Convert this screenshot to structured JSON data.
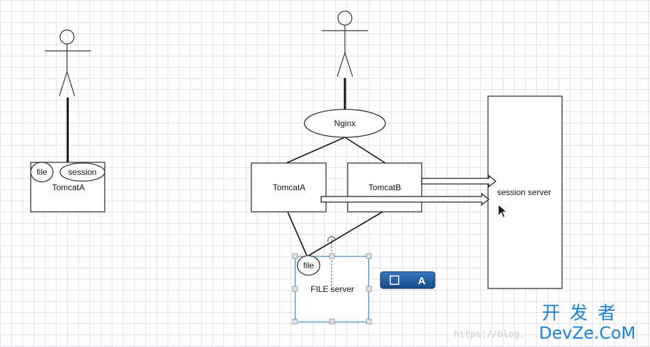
{
  "left_scenario": {
    "server_label": "TomcatA",
    "file_label": "file",
    "session_label": "session"
  },
  "right_scenario": {
    "nginx_label": "Nginx",
    "tomcat_a_label": "TomcatA",
    "tomcat_b_label": "TomcatB",
    "session_server_label": "session server",
    "file_label": "file",
    "file_server_label": "FILE server"
  },
  "toolbar": {
    "text_tool_label": "A"
  },
  "watermark": {
    "url": "https://blog.",
    "brand_cn": "开发者",
    "brand_en": "DevZe.CoM"
  },
  "colors": {
    "line": "#222222",
    "selection": "#4a90c8",
    "toolbar_bg": "#1e5a9c",
    "watermark": "#1f7fd0"
  }
}
